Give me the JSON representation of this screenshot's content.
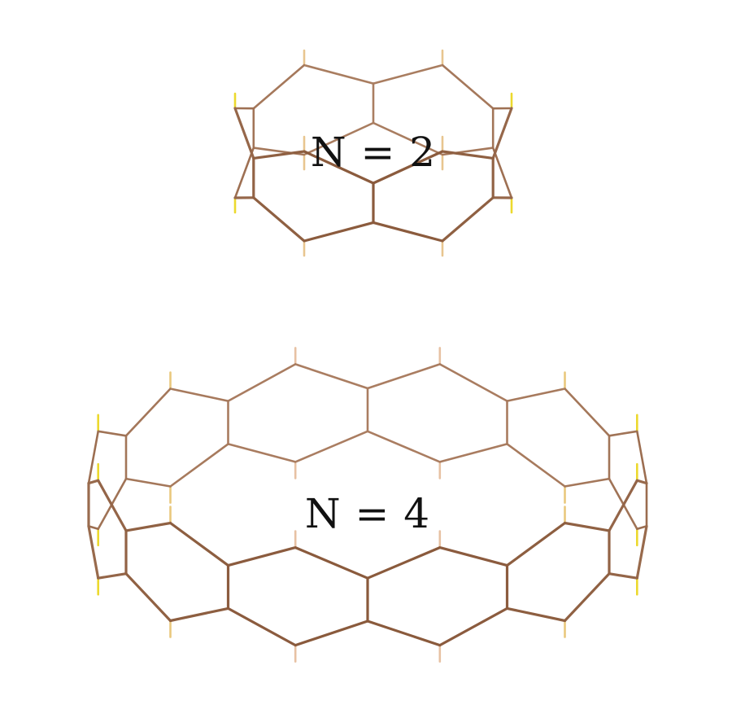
{
  "labels": {
    "ring_small": "N = 2",
    "ring_large": "N = 4"
  },
  "colors": {
    "background": "#ffffff",
    "bond_dark": "#8a5a3c",
    "bond_light": "#b08468",
    "h_pink": "#e6bcb8",
    "h_yellow": "#ecd92e",
    "text": "#111111"
  },
  "rings": [
    {
      "name": "ring-n2",
      "label_key": "ring_small",
      "hexagons_per_row": 6
    },
    {
      "name": "ring-n4",
      "label_key": "ring_large",
      "hexagons_per_row": 12
    }
  ]
}
